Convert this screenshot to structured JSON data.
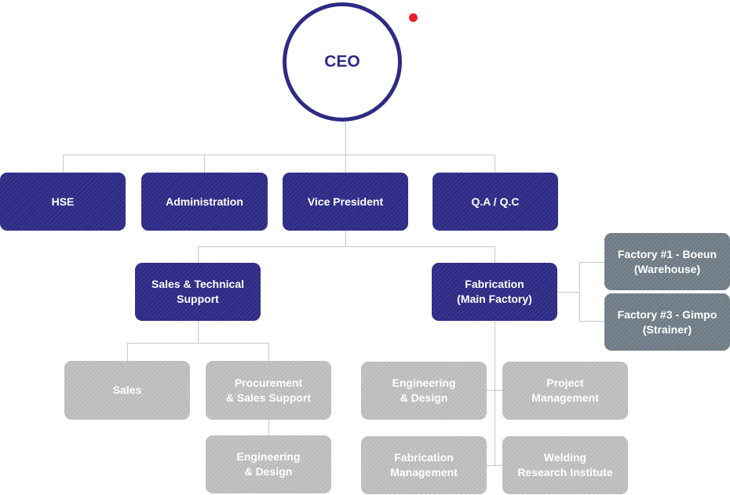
{
  "ceo": {
    "label": "CEO"
  },
  "colors": {
    "primary": "#2e2b86",
    "department": "#bcbcbc",
    "factory": "#6f7c86",
    "connector": "#c8c8c8",
    "marker": "#e8202a"
  },
  "level1": {
    "hse": "HSE",
    "administration": "Administration",
    "vice_president": "Vice President",
    "qa_qc": "Q.A / Q.C"
  },
  "level2": {
    "sales_tech": "Sales & Technical\nSupport",
    "fabrication": "Fabrication\n(Main Factory)"
  },
  "factories": {
    "factory1": "Factory #1 - Boeun\n(Warehouse)",
    "factory3": "Factory #3 - Gimpo\n(Strainer)"
  },
  "departments": {
    "sales": "Sales",
    "procurement": "Procurement\n& Sales Support",
    "engineering_sales": "Engineering\n& Design",
    "engineering_fab": "Engineering\n& Design",
    "project_mgmt": "Project\nManagement",
    "fabrication_mgmt": "Fabrication\nManagement",
    "welding": "Welding\nResearch Institute"
  }
}
